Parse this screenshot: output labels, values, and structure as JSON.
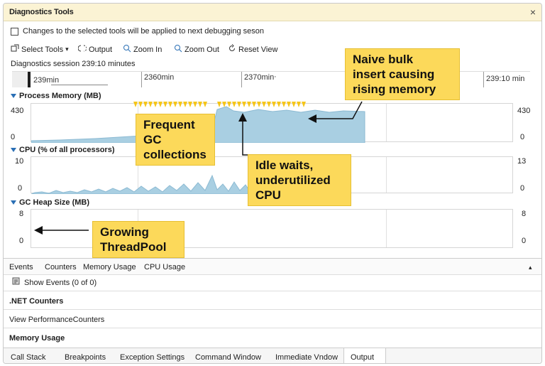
{
  "window": {
    "title": "Diagnostics Tools",
    "close_glyph": "×"
  },
  "notice": "Changes to the selected tools will be applied to next debugging seson",
  "toolbar": {
    "select_tools": "Select Tools",
    "select_tools_caret": "▾",
    "output": "Output",
    "zoom_in": "Zoom In",
    "zoom_out": "Zoom Out",
    "reset_view": "Reset View"
  },
  "session_label": "Diagnostics session 239:10 minutes",
  "timeline": {
    "t1": "239min",
    "t2": "2360min",
    "t3": "2370min",
    "t3_mark": "·",
    "t4": "239:10 min"
  },
  "process_memory": {
    "label": "Process Memory (MB)",
    "max": "430",
    "min": "0",
    "max_right": "430",
    "min_right": "0"
  },
  "cpu": {
    "label": "CPU (% of all processors)",
    "max": "10",
    "min": "0",
    "max_right": "13",
    "min_right": "0"
  },
  "gc_heap": {
    "label": "GC Heap Size (MB)",
    "max": "8",
    "min": "0",
    "max_right": "8",
    "min_right": "0"
  },
  "callouts": {
    "naive": [
      "Naive bulk",
      "insert causing",
      "rising memory"
    ],
    "frequent_gc": [
      "Frequent",
      "GC",
      "collections"
    ],
    "idle": [
      "Idle waits,",
      "underutilized",
      "CPU"
    ],
    "threadpool": [
      "Growing",
      "ThreadPool"
    ]
  },
  "tabs": [
    "Events",
    "Counters",
    "Memory Usage",
    "CPU Usage"
  ],
  "tabs_caret": "▴",
  "events": {
    "show_events": "Show Events  (0 of 0)"
  },
  "sections": {
    "net_counters": ".NET Counters",
    "view_perf": "View PerformanceCounters",
    "memory_usage": "Memory Usage"
  },
  "bottom_tabs": [
    "Call Stack",
    "Breakpoints",
    "Exception Settings",
    "Command Window",
    "Immediate Vndow",
    "Output"
  ],
  "colors": {
    "title_bg": "#fbf3d4",
    "chart_fill": "#a9cfe2",
    "callout": "#fcd95a",
    "accent": "#2a6fb5",
    "gc_marker": "#f5c518"
  }
}
